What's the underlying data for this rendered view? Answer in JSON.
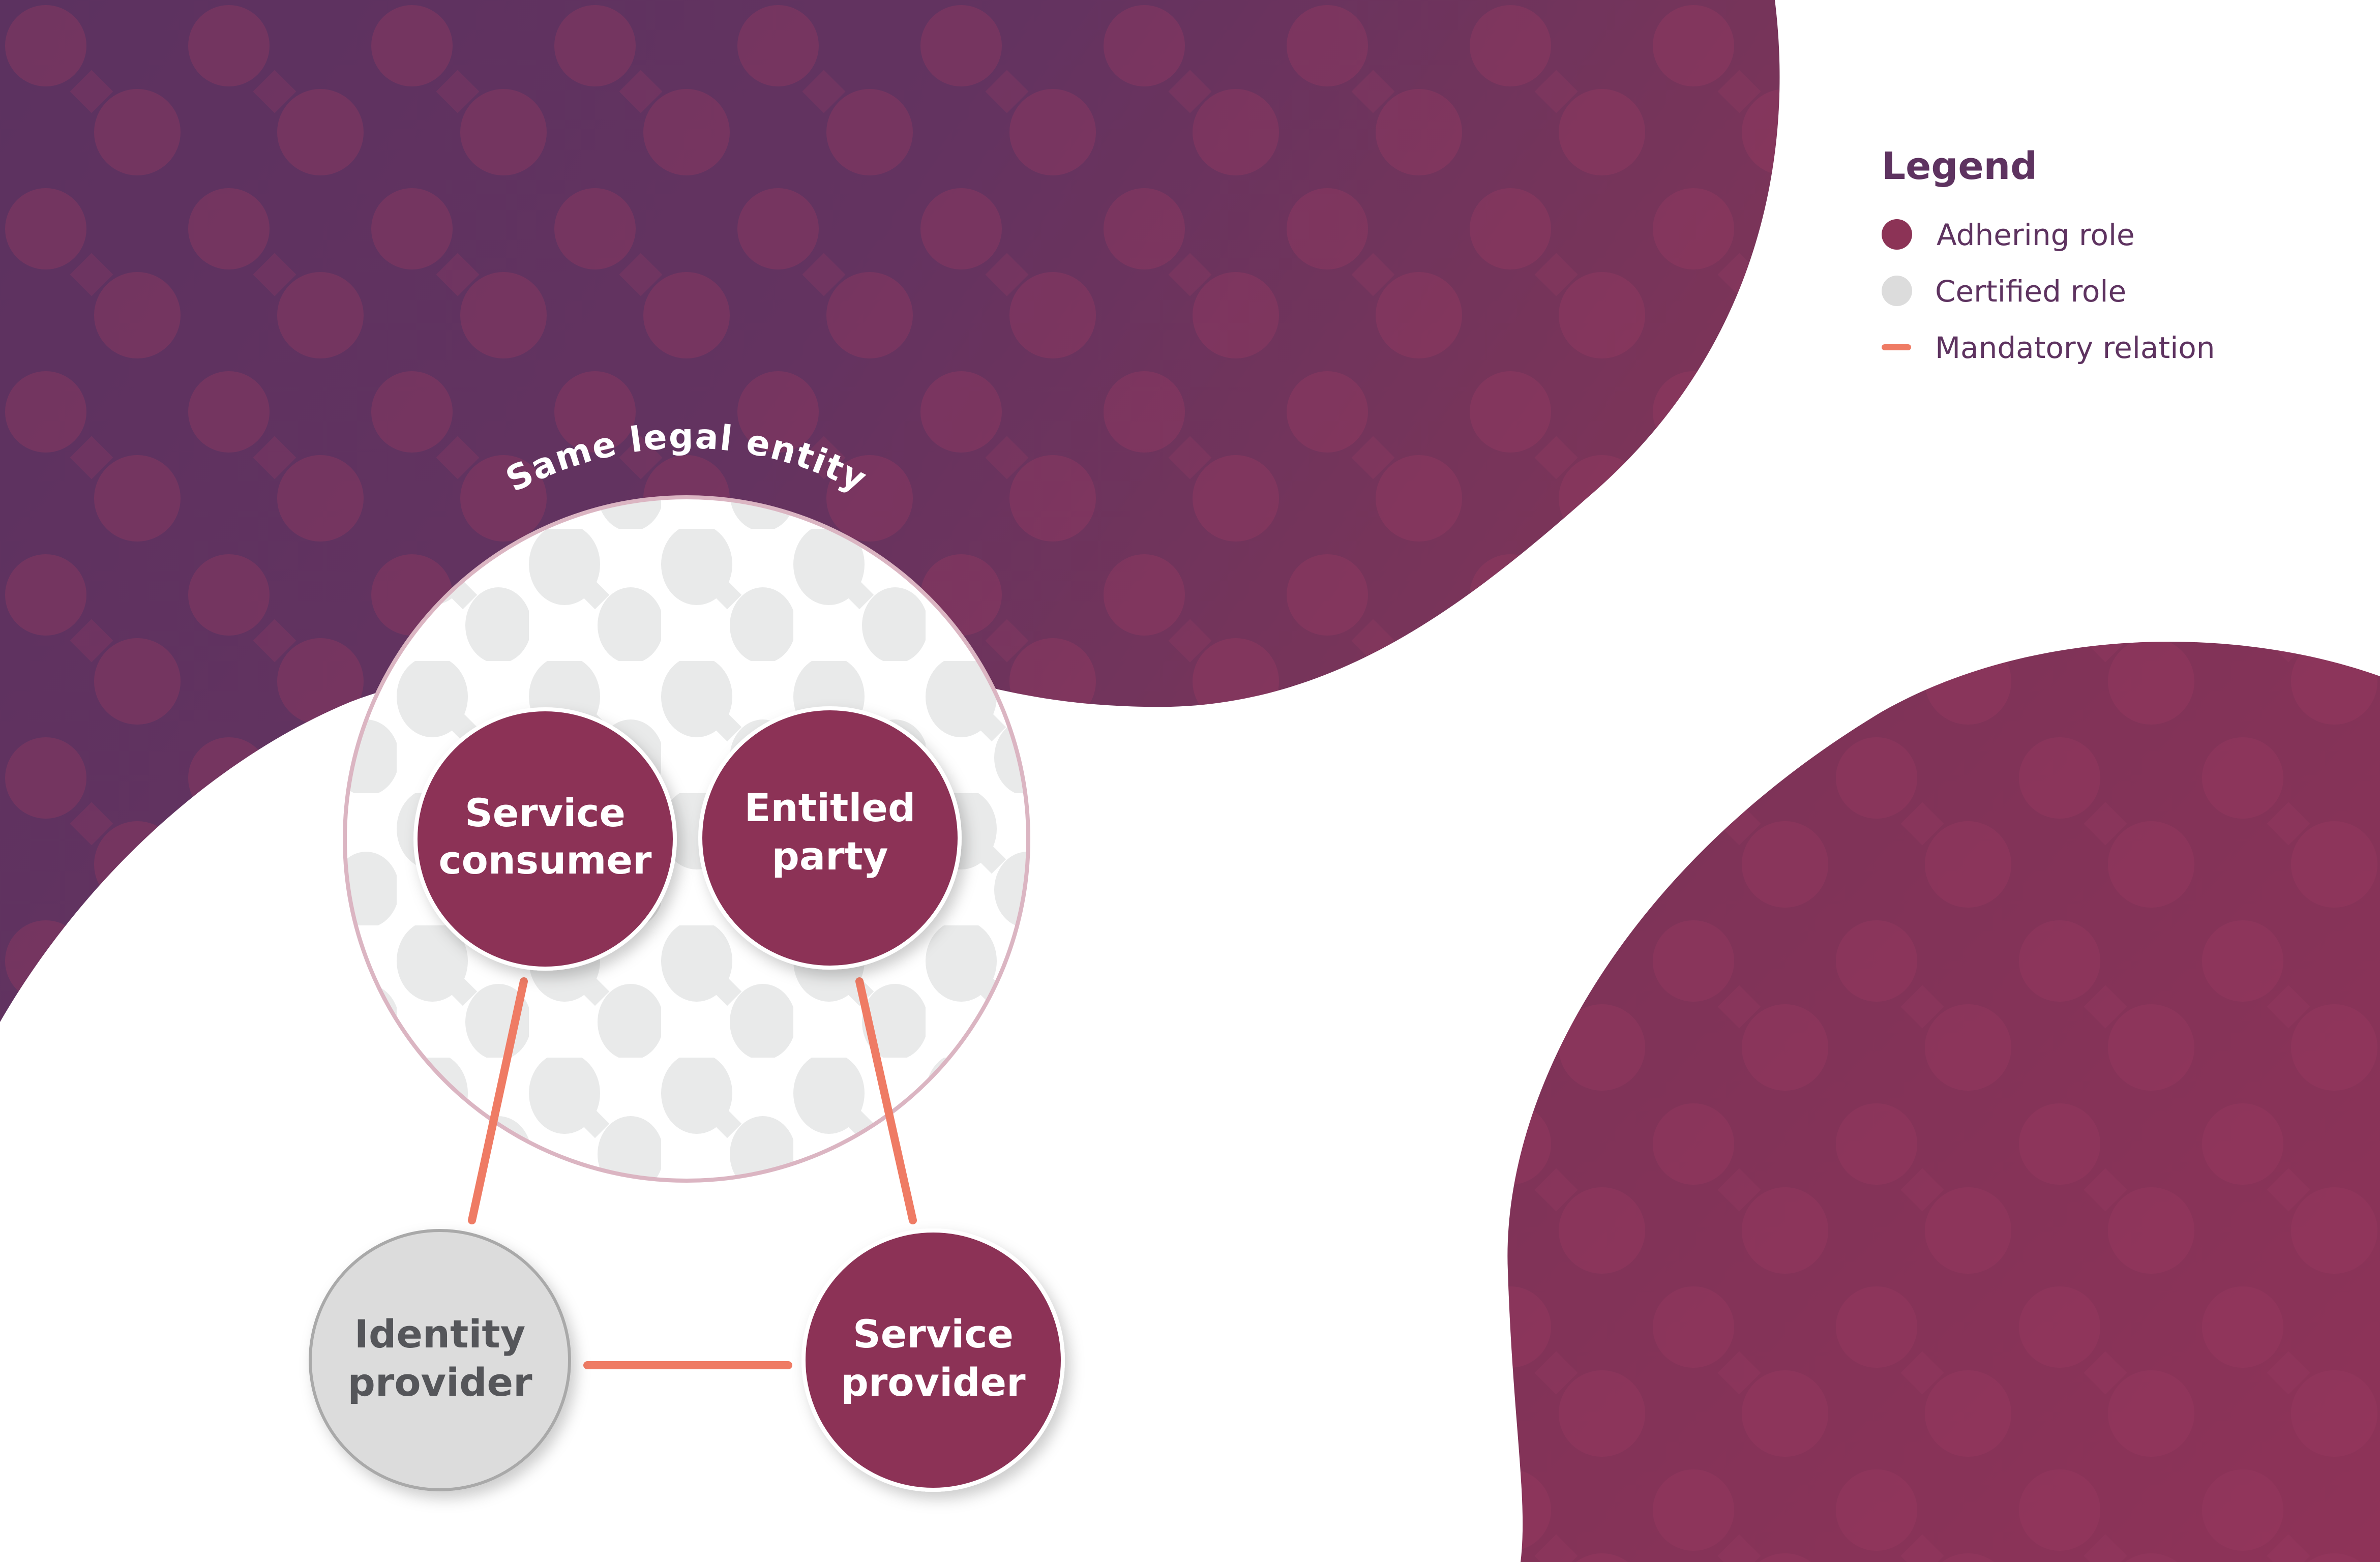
{
  "diagram": {
    "group_label": "Same legal entity",
    "nodes": [
      {
        "id": "service-consumer",
        "lines": [
          "Service",
          "consumer"
        ],
        "role": "adhering"
      },
      {
        "id": "entitled-party",
        "lines": [
          "Entitled",
          "party"
        ],
        "role": "adhering"
      },
      {
        "id": "identity-provider",
        "lines": [
          "Identity",
          "provider"
        ],
        "role": "certified"
      },
      {
        "id": "service-provider",
        "lines": [
          "Service",
          "provider"
        ],
        "role": "adhering"
      }
    ],
    "edges": [
      {
        "from": "service-consumer",
        "to": "identity-provider",
        "type": "mandatory"
      },
      {
        "from": "entitled-party",
        "to": "service-provider",
        "type": "mandatory"
      },
      {
        "from": "identity-provider",
        "to": "service-provider",
        "type": "mandatory"
      }
    ]
  },
  "legend": {
    "title": "Legend",
    "items": [
      {
        "label": "Adhering role",
        "icon": "filled-circle",
        "color": "#8c3356"
      },
      {
        "label": "Certified role",
        "icon": "filled-circle",
        "color": "#dcdcdc"
      },
      {
        "label": "Mandatory relation",
        "icon": "line",
        "color": "#ef7b64"
      }
    ]
  },
  "colors": {
    "dark_purple": "#5e3360",
    "adhering": "#8c3356",
    "certified": "#dcdcdc",
    "relation": "#ef7b64",
    "group_stroke": "#dbb5c2"
  }
}
